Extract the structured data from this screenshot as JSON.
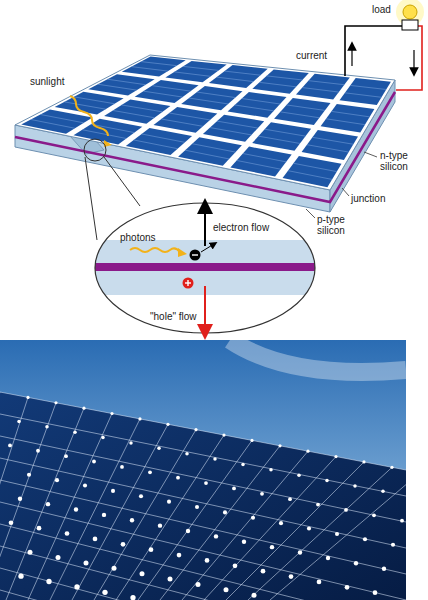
{
  "diagram": {
    "labels": [
      "load",
      "current",
      "sunlight",
      "n-type silicon",
      "junction",
      "p-type silicon",
      "photons",
      "electron flow",
      "\"hole\" flow"
    ]
  }
}
